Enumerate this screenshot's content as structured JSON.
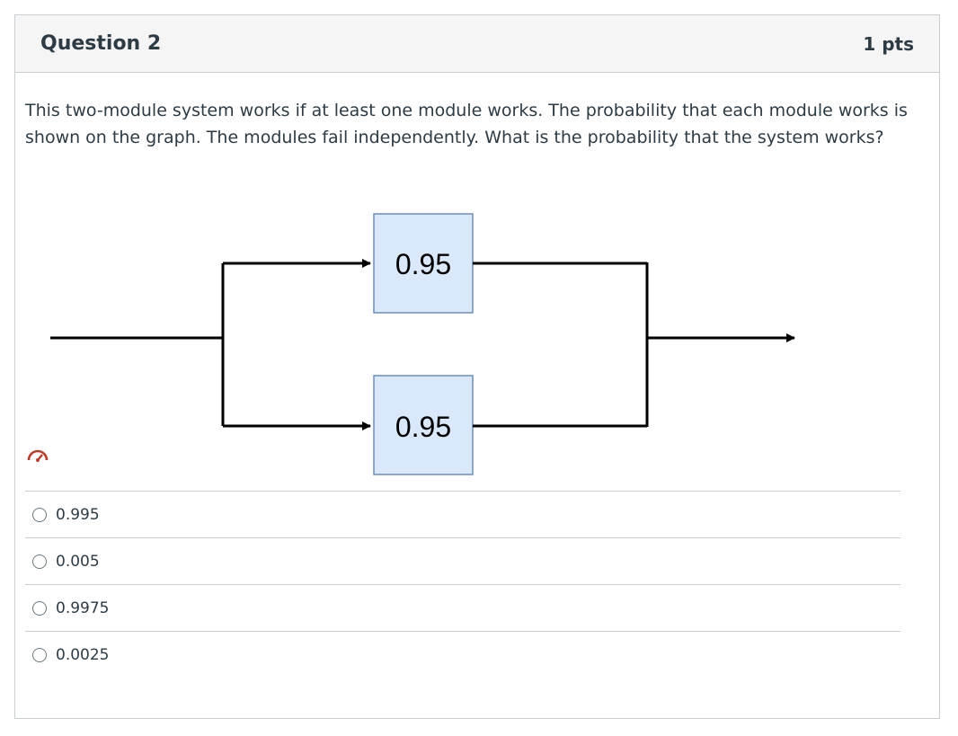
{
  "question": {
    "title": "Question 2",
    "points": "1 pts",
    "text": "This two-module system works if at least one module works. The probability that each module works is shown on the graph. The modules fail independently. What is the probability that the system works?"
  },
  "diagram": {
    "modules": [
      {
        "label": "0.95"
      },
      {
        "label": "0.95"
      }
    ],
    "box_fill": "#dae8fc",
    "box_stroke": "#6c8ebf"
  },
  "status_icon": "gauge-icon",
  "answers": [
    {
      "label": "0.995"
    },
    {
      "label": "0.005"
    },
    {
      "label": "0.9975"
    },
    {
      "label": "0.0025"
    }
  ]
}
